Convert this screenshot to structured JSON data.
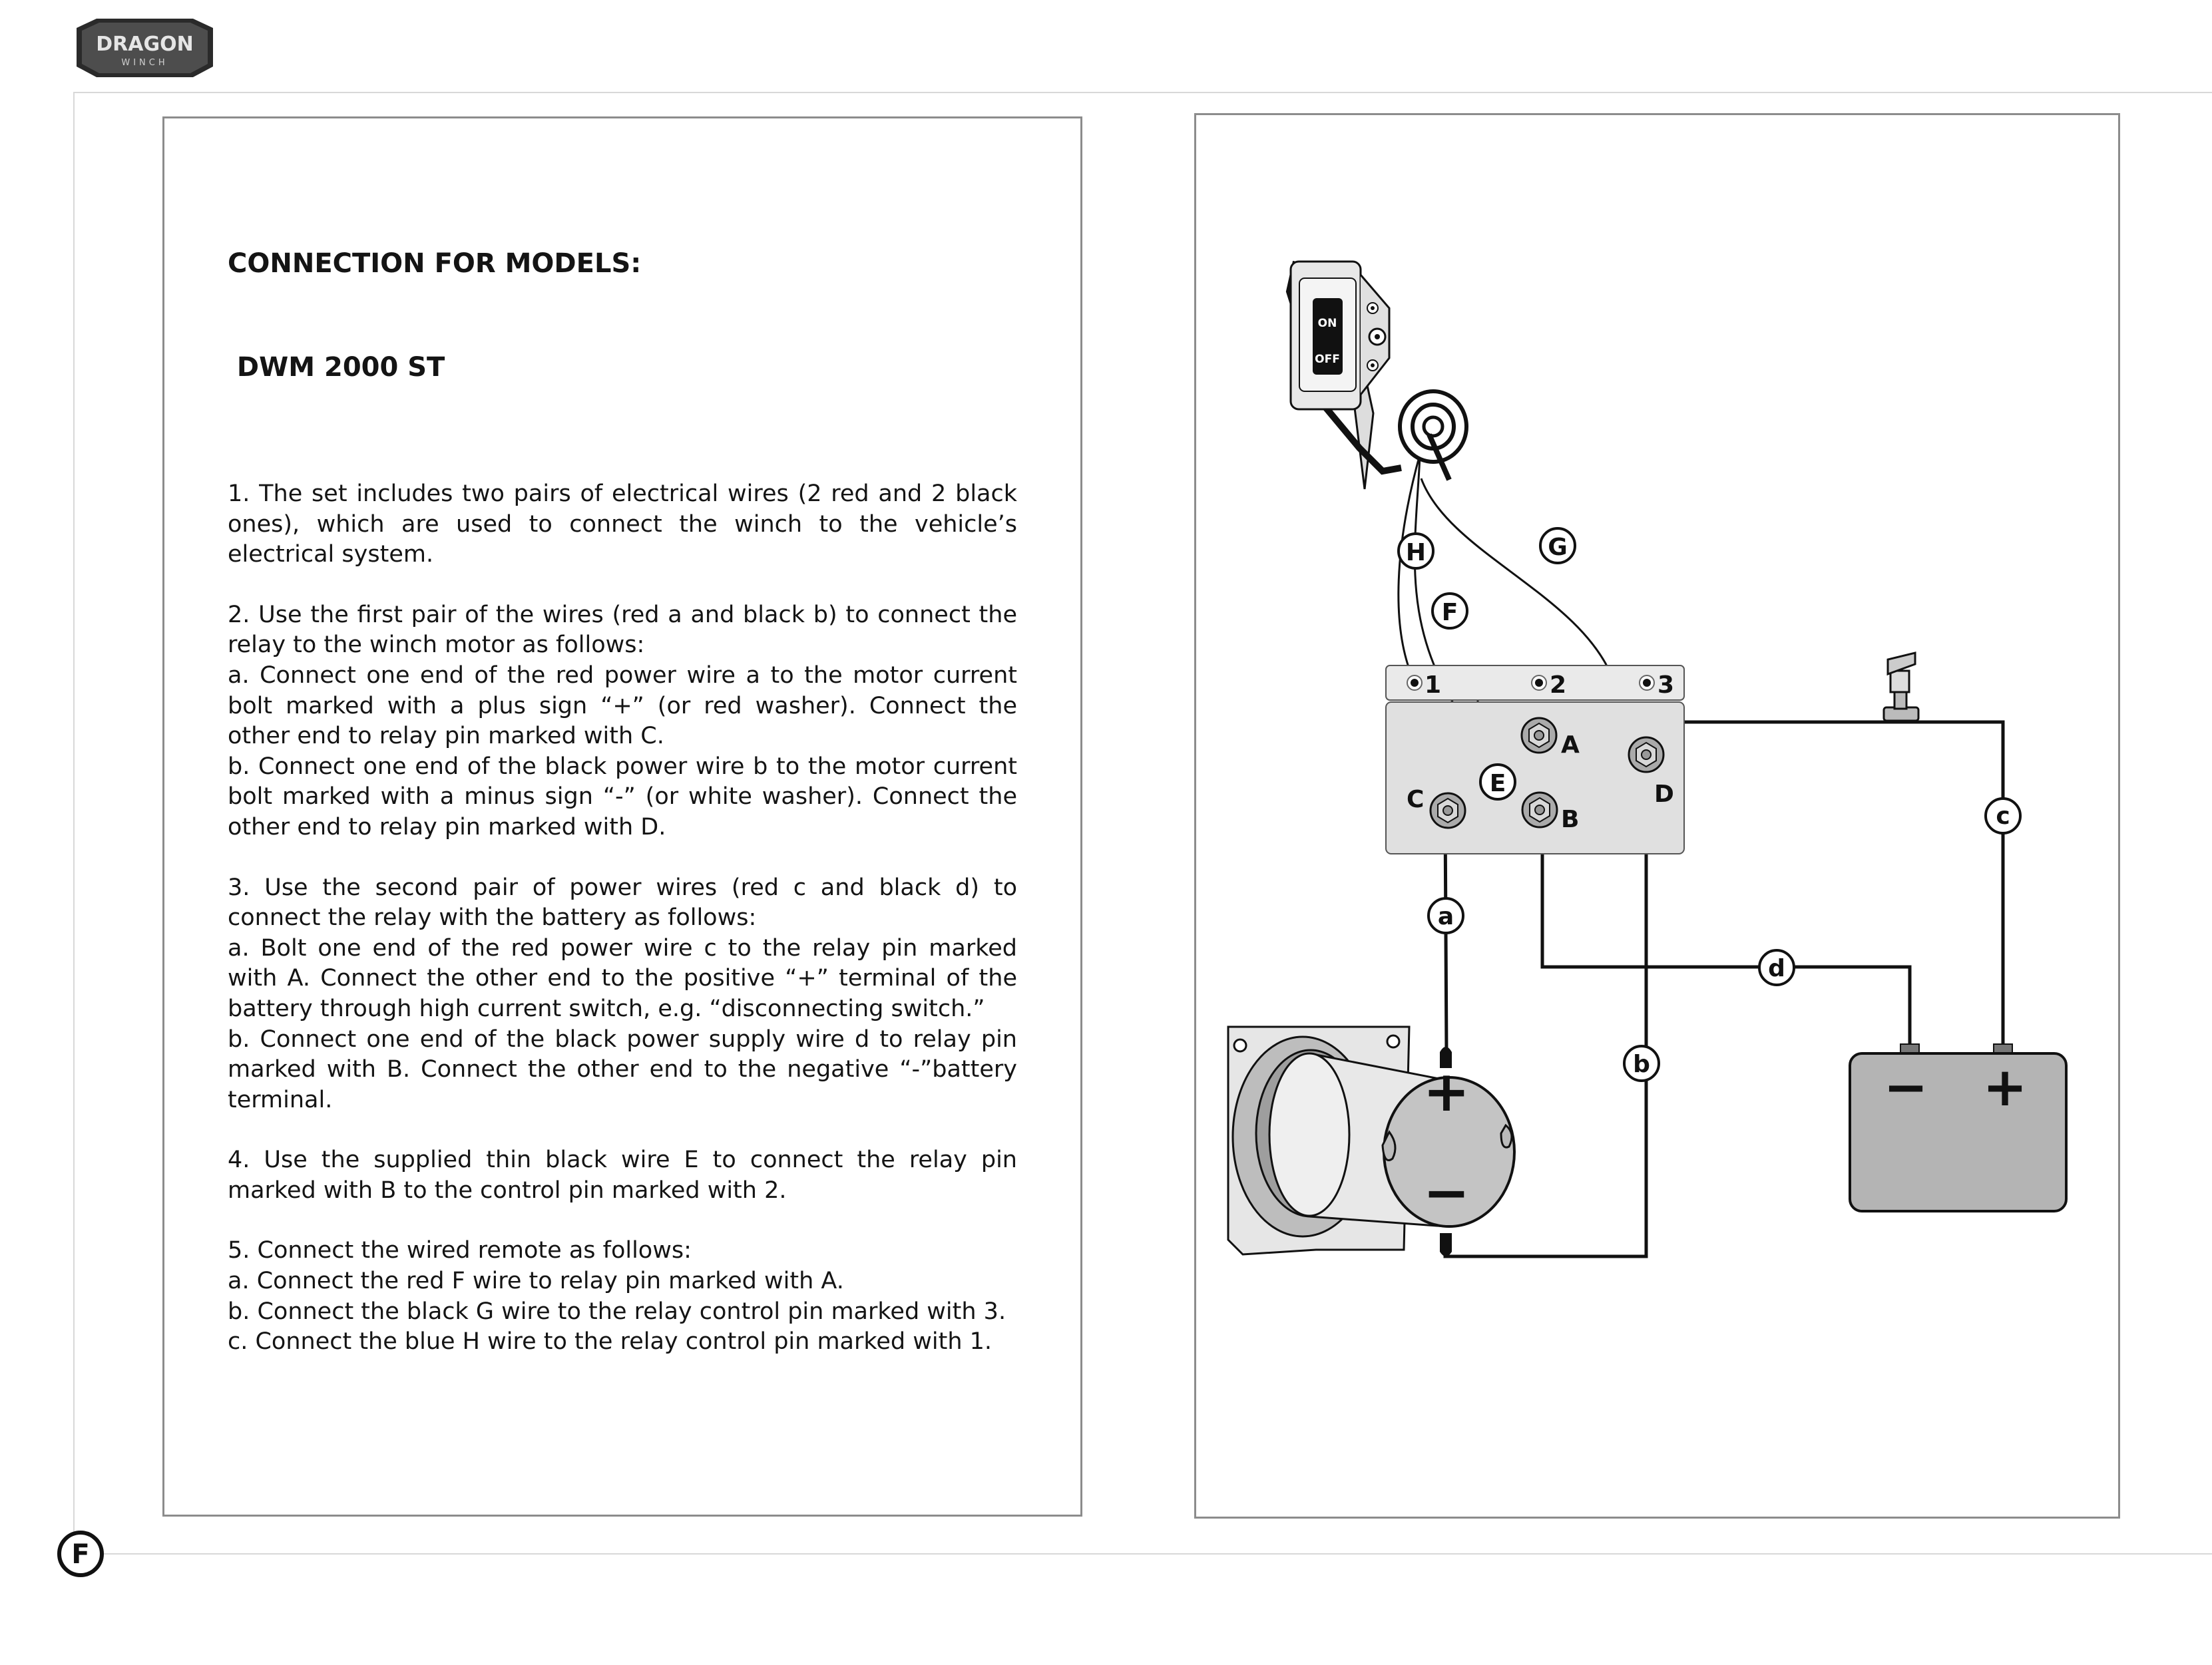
{
  "brand": {
    "name": "DRAGON",
    "sub": "WINCH"
  },
  "page_marker": "F",
  "title": {
    "line1": "CONNECTION FOR MODELS:",
    "line2": " DWM 2000 ST"
  },
  "steps": [
    {
      "lines": [
        "1. The set includes two pairs of electrical wires (2 red and 2 black ones), which are used to connect the winch to the vehicle’s electrical system."
      ]
    },
    {
      "lines": [
        "2. Use the first pair of the wires (red a and black b) to connect the relay to the winch motor as follows:",
        "a. Connect one end of the red power wire a to the motor current bolt marked with a plus sign “+” (or red washer). Connect the other end to relay pin marked with C.",
        "b. Connect one end of the black power wire b to the motor current bolt marked with a minus sign “-” (or white washer). Connect the other end to relay pin marked with D."
      ]
    },
    {
      "lines": [
        "3. Use the second pair of power wires (red c and black d) to connect the relay with the battery as follows:",
        "a. Bolt one end of the red power wire c to the relay pin marked with A. Connect the other end to the positive “+” terminal of the battery through high current switch, e.g. “disconnecting switch.”",
        "b. Connect one end of the black power supply wire d to relay pin marked with B. Connect the other end to the negative “-”battery terminal."
      ]
    },
    {
      "lines": [
        "4. Use the supplied thin black wire E to connect the relay pin marked with B to the control pin marked with 2."
      ]
    },
    {
      "lines": [
        "5. Connect the wired remote as follows:",
        "a. Connect the red F wire to relay pin marked with A.",
        "b. Connect the black G wire to the relay control pin marked with 3.",
        "c. Connect the blue H wire to the relay control pin marked with 1."
      ]
    }
  ],
  "diagram": {
    "remote": {
      "on": "ON",
      "off": "OFF"
    },
    "control_pins": [
      "1",
      "2",
      "3"
    ],
    "relay_pins": {
      "A": "A",
      "B": "B",
      "C": "C",
      "D": "D"
    },
    "wire_labels": {
      "a": "a",
      "b": "b",
      "c": "c",
      "d": "d",
      "E": "E",
      "F": "F",
      "G": "G",
      "H": "H"
    },
    "motor": {
      "plus": "+",
      "minus": "−"
    },
    "battery": {
      "minus": "−",
      "plus": "+"
    }
  }
}
